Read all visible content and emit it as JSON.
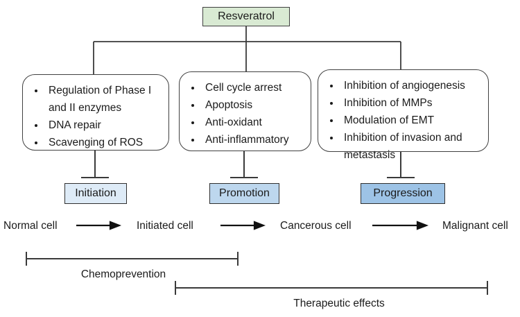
{
  "title": {
    "label": "Resveratrol",
    "bg": "#d9ead3"
  },
  "mechanism_boxes": [
    {
      "items": [
        "Regulation of Phase I and II enzymes",
        "DNA repair",
        "Scavenging of ROS"
      ]
    },
    {
      "items": [
        "Cell cycle arrest",
        "Apoptosis",
        "Anti-oxidant",
        "Anti-inflammatory"
      ]
    },
    {
      "items": [
        "Inhibition of angiogenesis",
        "Inhibition of MMPs",
        "Modulation of EMT",
        "Inhibition of invasion and metastasis"
      ]
    }
  ],
  "stages": [
    {
      "label": "Initiation",
      "color": "#deebf7"
    },
    {
      "label": "Promotion",
      "color": "#bdd7ee"
    },
    {
      "label": "Progression",
      "color": "#9dc3e6"
    }
  ],
  "cell_progression": [
    "Normal cell",
    "Initiated cell",
    "Cancerous cell",
    "Malignant cell"
  ],
  "spans": {
    "chemoprevention": "Chemoprevention",
    "therapeutic": "Therapeutic effects"
  },
  "colors": {
    "line": "#3a3a3a",
    "text": "#1b1b1b"
  }
}
